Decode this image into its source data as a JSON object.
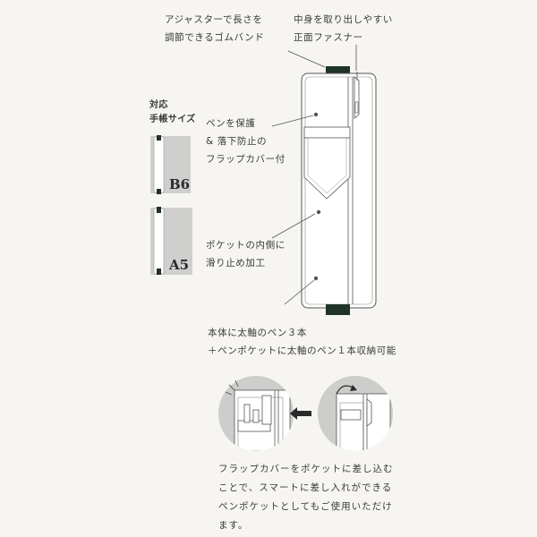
{
  "callouts": {
    "adjuster": [
      "アジャスターで長さを",
      "調節できるゴムバンド"
    ],
    "zipper": [
      "中身を取り出しやすい",
      "正面ファスナー"
    ],
    "flap": [
      "ペンを保護",
      "& 落下防止の",
      "フラップカバー付"
    ],
    "pocket": [
      "ポケットの内側に",
      "滑り止め加工"
    ],
    "capacity": [
      "本体に太軸のペン３本",
      "＋ペンポケットに太軸のペン１本収納可能"
    ]
  },
  "sizes": {
    "title": [
      "対応",
      "手帳サイズ"
    ],
    "items": [
      {
        "label": "B6"
      },
      {
        "label": "A5"
      }
    ]
  },
  "caption": [
    "フラップカバーをポケットに差し込む",
    "ことで、スマートに差し入れができる",
    "ペンポケットとしてもご使用いただけ",
    "ます。"
  ],
  "colors": {
    "background": "#f6f5f1",
    "line": "#555555",
    "case_fill": "#ffffff",
    "band": "#1f3328",
    "notebook": "#cfcfcd",
    "circle": "#cdcdcb"
  }
}
